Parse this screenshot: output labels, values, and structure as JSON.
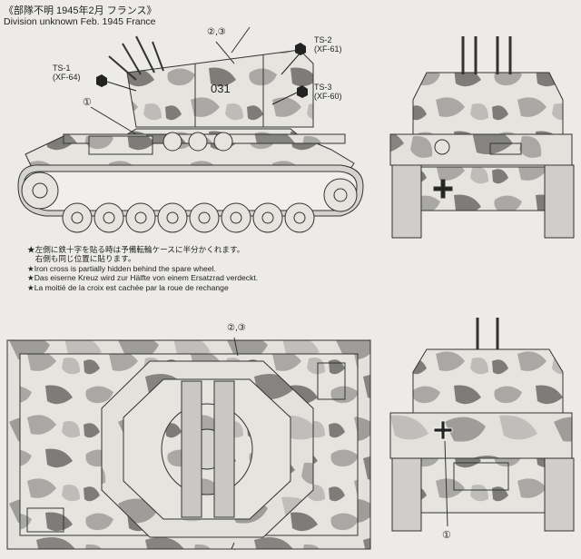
{
  "header": {
    "japanese": "《部隊不明 1945年2月 フランス》",
    "english": "Division unknown Feb. 1945 France"
  },
  "paint_labels": {
    "ts1": "TS-1",
    "ts1_code": "(XF-64)",
    "ts2": "TS-2",
    "ts2_code": "(XF-61)",
    "ts3": "TS-3",
    "ts3_code": "(XF-60)"
  },
  "callouts": {
    "c1": "①",
    "c23": "②,③"
  },
  "turret_number": "031",
  "notes": [
    "★左側に鉄十字を貼る時は予備転輪ケースに半分かくれます。",
    "　右側も同じ位置に貼ります。",
    "★Iron cross is partially hidden behind the spare wheel.",
    "★Das eiserne Kreuz wird zur Hälfte von einem Ersatzrad verdeckt.",
    "★La moitié de la croix est cachée par la roue de rechange"
  ],
  "colors": {
    "background": "#ecebe8",
    "camo_light": "#e6e4df",
    "camo_mid": "#a9a8a4",
    "camo_dark": "#7d7c79",
    "ink": "#222222"
  }
}
